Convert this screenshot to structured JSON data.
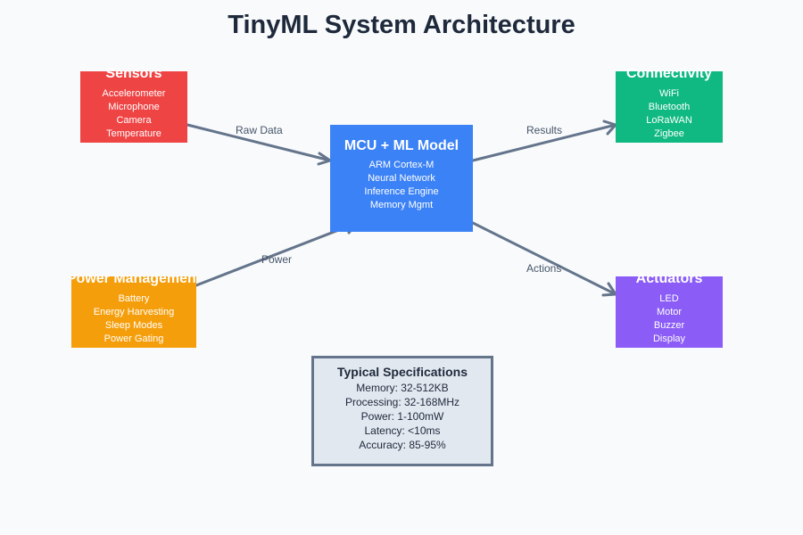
{
  "title": "TinyML System Architecture",
  "nodes": {
    "sensors": {
      "title": "Sensors",
      "items": [
        "Accelerometer",
        "Microphone",
        "Camera",
        "Temperature"
      ],
      "color": "#ef4444"
    },
    "connectivity": {
      "title": "Connectivity",
      "items": [
        "WiFi",
        "Bluetooth",
        "LoRaWAN",
        "Zigbee"
      ],
      "color": "#10b981"
    },
    "mcu": {
      "title": "MCU + ML Model",
      "items": [
        "ARM Cortex-M",
        "Neural Network",
        "Inference Engine",
        "Memory Mgmt"
      ],
      "color": "#3b82f6"
    },
    "power": {
      "title": "Power Management",
      "items": [
        "Battery",
        "Energy Harvesting",
        "Sleep Modes",
        "Power Gating"
      ],
      "color": "#f59e0b"
    },
    "actuators": {
      "title": "Actuators",
      "items": [
        "LED",
        "Motor",
        "Buzzer",
        "Display"
      ],
      "color": "#8b5cf6"
    }
  },
  "edges": {
    "raw_data": "Raw Data",
    "results": "Results",
    "power": "Power",
    "actions": "Actions"
  },
  "specs": {
    "title": "Typical Specifications",
    "items": [
      "Memory: 32-512KB",
      "Processing: 32-168MHz",
      "Power: 1-100mW",
      "Latency: <10ms",
      "Accuracy: 85-95%"
    ]
  },
  "colors": {
    "arrow": "#64748b",
    "background": "#f8fafc"
  }
}
